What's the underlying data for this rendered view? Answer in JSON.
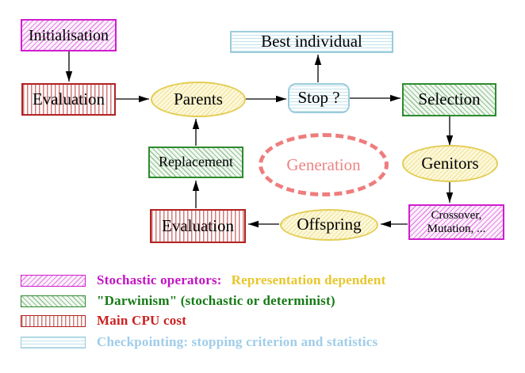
{
  "diagram": {
    "title_implicit": "Evolutionary algorithm cycle",
    "nodes": {
      "initialisation": {
        "label": "Initialisation"
      },
      "evaluation_top": {
        "label": "Evaluation"
      },
      "parents": {
        "label": "Parents"
      },
      "best_individual": {
        "label": "Best individual"
      },
      "stop": {
        "label": "Stop ?"
      },
      "selection": {
        "label": "Selection"
      },
      "replacement": {
        "label": "Replacement"
      },
      "generation": {
        "label": "Generation"
      },
      "genitors": {
        "label": "Genitors"
      },
      "evaluation_bottom": {
        "label": "Evaluation"
      },
      "offspring": {
        "label": "Offspring"
      },
      "crossover_mutation": {
        "label_line1": "Crossover,",
        "label_line2": "Mutation, ..."
      }
    },
    "edges": [
      "Initialisation -> Evaluation",
      "Evaluation -> Parents",
      "Parents -> Stop ?",
      "Stop ? -> Best individual",
      "Stop ? -> Selection",
      "Selection -> Genitors",
      "Genitors -> Crossover/Mutation",
      "Crossover/Mutation -> Offspring",
      "Offspring -> Evaluation",
      "Evaluation -> Replacement",
      "Replacement -> Parents"
    ],
    "colors": {
      "stochastic_magenta": "#cf1ecf",
      "darwinism_green": "#2e8b2e",
      "cpu_red": "#b22222",
      "checkpoint_cyan": "#9cccdb",
      "population_yellow": "#e3cd55",
      "generation_salmon": "#ee7d7d"
    }
  },
  "legend": {
    "items": [
      {
        "text_primary": "Stochastic operators:",
        "text_secondary": "Representation dependent"
      },
      {
        "text": "\"Darwinism\" (stochastic or determinist)"
      },
      {
        "text": "Main CPU cost"
      },
      {
        "text": "Checkpointing: stopping criterion and statistics"
      }
    ]
  }
}
